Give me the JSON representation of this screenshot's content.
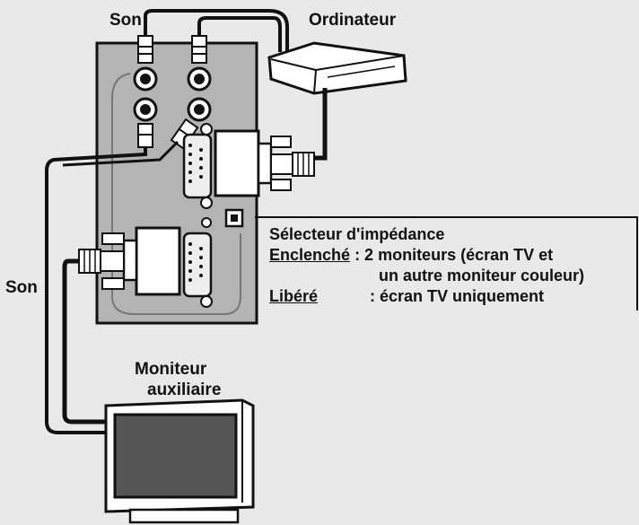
{
  "labels": {
    "son_top": "Son",
    "ordinateur": "Ordinateur",
    "son_left": "Son",
    "moniteur": "Moniteur",
    "auxiliaire": "auxiliaire"
  },
  "legend": {
    "title": "Sélecteur d'impédance",
    "enclenche_key": "Enclenché",
    "enclenche_value_line1": ": 2 moniteurs (écran TV et",
    "enclenche_value_line2": "un autre moniteur couleur)",
    "libere_key": "Libéré",
    "libere_value": ": écran TV uniquement"
  },
  "colors": {
    "background": "#e9e9e9",
    "panel": "#b4b4b4",
    "line": "#111111"
  }
}
